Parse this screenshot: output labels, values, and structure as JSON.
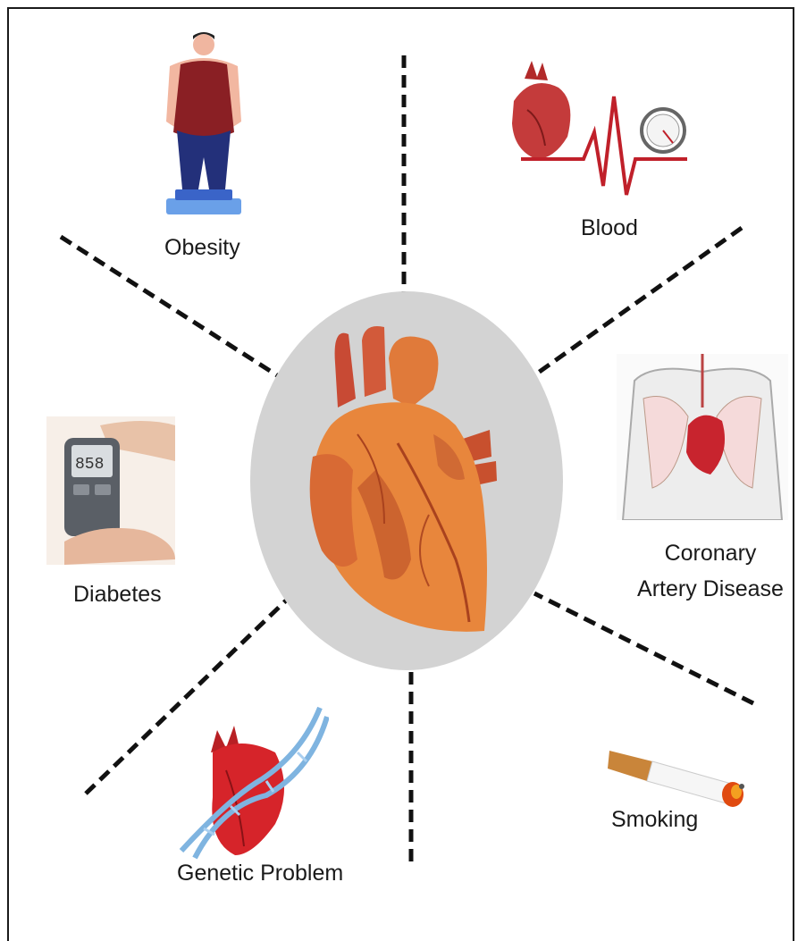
{
  "labels": {
    "obesity": "Obesity",
    "blood": "Blood",
    "diabetes": "Diabetes",
    "coronary_line1": "Coronary",
    "coronary_line2": "Artery Disease",
    "genetic": "Genetic Problem",
    "smoking": "Smoking"
  },
  "colors": {
    "dash": "#111111",
    "oval": "#d3d3d3",
    "heart_main": "#e8823a",
    "heart_dark": "#b54a1e",
    "heart_red": "#c93a2e",
    "ecg": "#c0202a",
    "dna": "#7fb4e0"
  },
  "icons": {
    "center": "human-heart-illustration",
    "obesity": "obese-person-on-scale-icon",
    "blood": "heart-ecg-pressure-gauge-icon",
    "diabetes": "glucose-meter-icon",
    "coronary": "chest-xray-heart-icon",
    "genetic": "heart-dna-helix-icon",
    "smoking": "burning-cigarette-icon"
  }
}
